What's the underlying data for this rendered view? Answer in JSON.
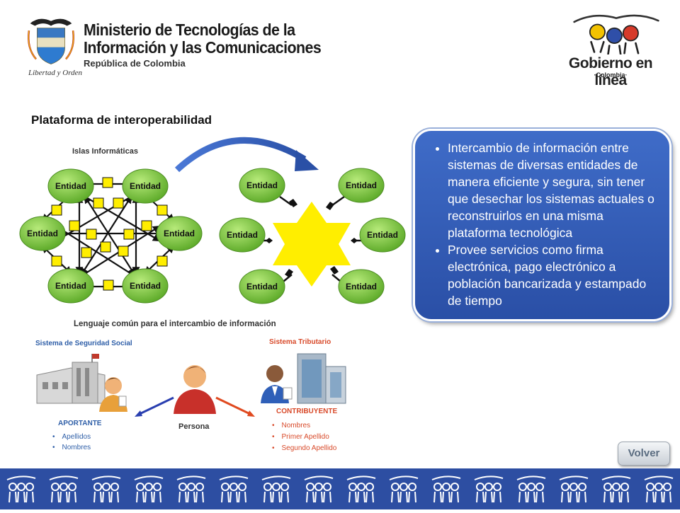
{
  "header": {
    "ministry_line1": "Ministerio de Tecnologías de la",
    "ministry_line2": "Información y las Comunicaciones",
    "ministry_sub": "República de Colombia",
    "motto": "Libertad y Orden",
    "gel_title": "Gobierno en línea",
    "gel_country": "·Colombia·"
  },
  "page": {
    "title": "Plataforma de interoperabilidad"
  },
  "diagram": {
    "islands_label": "Islas Informáticas",
    "entity_label": "Entidad",
    "common_language": "Lenguaje común para el intercambio de información"
  },
  "info_box": {
    "bullets": [
      "Intercambio de información entre sistemas de diversas entidades de manera eficiente y segura, sin tener que desechar los sistemas actuales o reconstruirlos en una misma plataforma tecnológica",
      "Provee servicios como firma electrónica, pago electrónico a población bancarizada y estampado de tiempo"
    ]
  },
  "social_security": {
    "title": "Sistema de Seguridad Social",
    "role": "APORTANTE",
    "fields": [
      "Apellidos",
      "Nombres"
    ]
  },
  "person": {
    "label": "Persona"
  },
  "tax": {
    "title": "Sistema Tributario",
    "role": "CONTRIBUYENTE",
    "fields": [
      "Nombres",
      "Primer Apellido",
      "Segundo Apellido"
    ]
  },
  "nav": {
    "back_label": "Volver"
  },
  "colors": {
    "entity_green": "#7cc242",
    "info_blue": "#2f58b0",
    "footer_blue": "#2d4ea2",
    "tax_red": "#d84a2a",
    "social_blue": "#2f5fa8",
    "connector_yellow": "#ffee00"
  },
  "icons": {
    "colombia": "colombia-coat-of-arms-icon",
    "gel": "gobierno-en-linea-people-icon",
    "building": "building-icon",
    "person": "person-icon",
    "footer": "people-pattern-icon"
  }
}
